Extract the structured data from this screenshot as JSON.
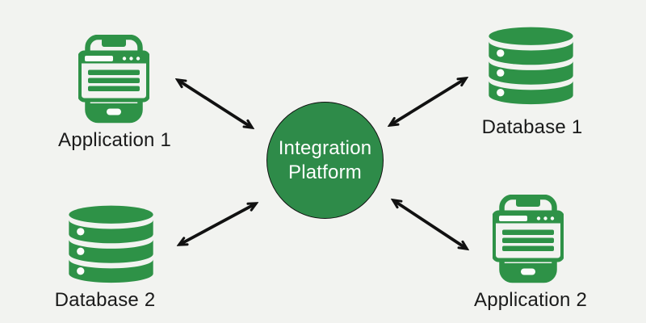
{
  "title": "Integration Platform Diagram",
  "colors": {
    "background": "#f2f3f0",
    "icon_green": "#2e9247",
    "circle_green": "#2e8b49",
    "circle_border": "#111111",
    "arrow": "#111111",
    "label": "#1a1a1a",
    "circle_text": "#ffffff"
  },
  "center": {
    "line1": "Integration",
    "line2": "Platform"
  },
  "nodes": [
    {
      "label": "Application 1",
      "icon": "mobile-app-icon",
      "position": "top-left"
    },
    {
      "label": "Database 1",
      "icon": "database-icon",
      "position": "top-right"
    },
    {
      "label": "Database 2",
      "icon": "database-icon",
      "position": "bottom-left"
    },
    {
      "label": "Application 2",
      "icon": "mobile-app-icon",
      "position": "bottom-right"
    }
  ],
  "connections": [
    {
      "from": "Application 1",
      "to": "Integration Platform",
      "bidirectional": true
    },
    {
      "from": "Database 1",
      "to": "Integration Platform",
      "bidirectional": true
    },
    {
      "from": "Database 2",
      "to": "Integration Platform",
      "bidirectional": true
    },
    {
      "from": "Application 2",
      "to": "Integration Platform",
      "bidirectional": true
    }
  ]
}
